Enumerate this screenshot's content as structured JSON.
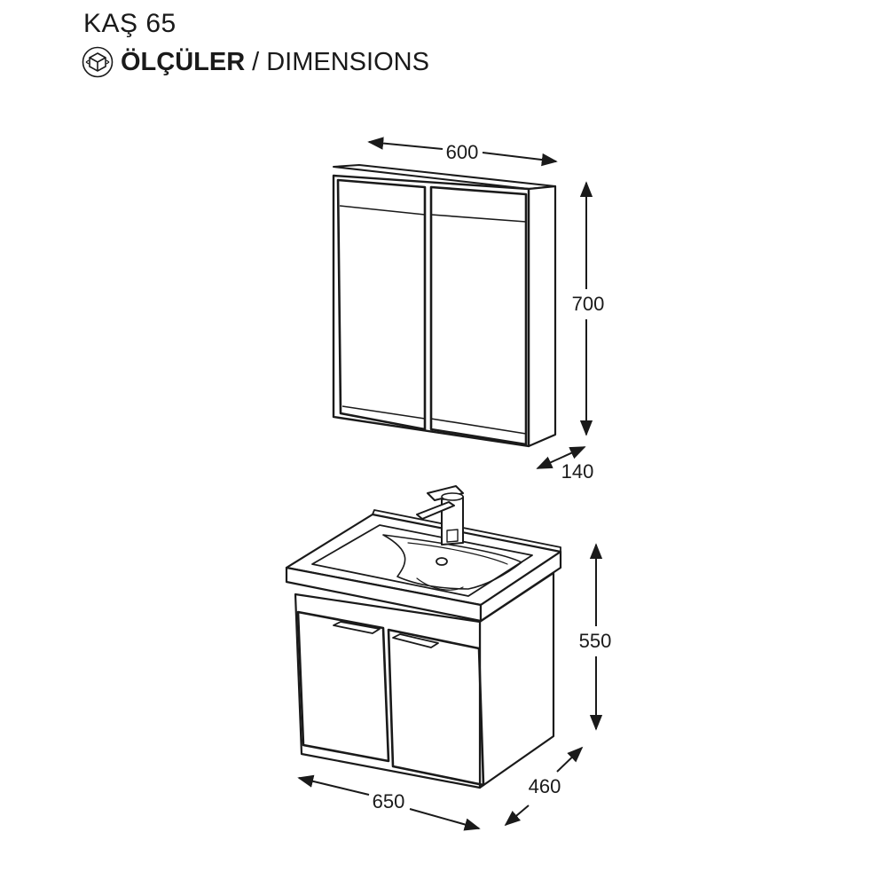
{
  "header": {
    "title": "KAŞ 65",
    "subtitle_tr": "ÖLÇÜLER",
    "subtitle_sep": "/",
    "subtitle_en": "DIMENSIONS",
    "icon": "dimensions-cube-icon"
  },
  "mirror_cabinet": {
    "width": "600",
    "height": "700",
    "depth": "140"
  },
  "vanity_unit": {
    "width": "650",
    "height": "550",
    "depth": "460"
  },
  "colors": {
    "line": "#1a1a1a",
    "background": "#ffffff"
  }
}
